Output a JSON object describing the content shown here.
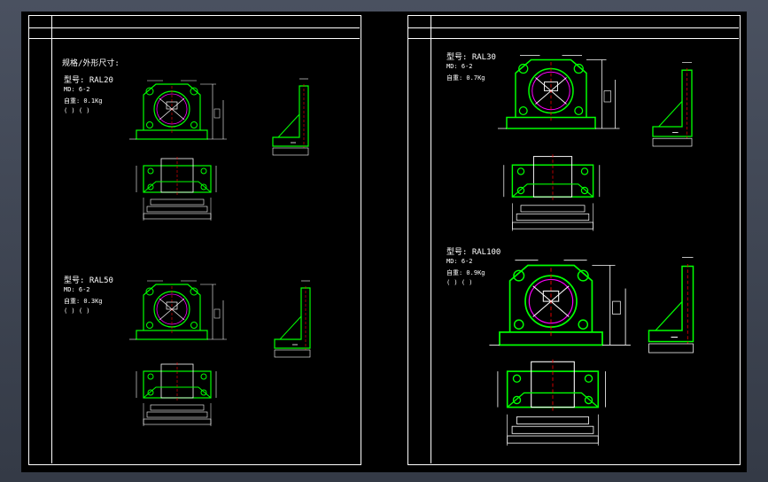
{
  "sheet_left": {
    "heading": "规格/外形尺寸:",
    "blocks": [
      {
        "model": "型号: RAL20",
        "md": "MD: 6-2",
        "weight": "自重: 0.1Kg",
        "extra": "(   )   (   )"
      },
      {
        "model": "型号: RAL50",
        "md": "MD: 6-2",
        "weight": "自重: 0.3Kg",
        "extra": "(   )   (   )"
      }
    ]
  },
  "sheet_right": {
    "blocks": [
      {
        "model": "型号: RAL30",
        "md": "MD: 6-2",
        "weight": "自重: 0.7Kg",
        "extra": "(   )   (   )"
      },
      {
        "model": "型号: RAL100",
        "md": "MD: 6-2",
        "weight": "自重: 0.9Kg",
        "extra": "(   )   (   )"
      }
    ]
  },
  "colors": {
    "background": "#000000",
    "lines": "#ffffff",
    "part": "#00ff00",
    "accent": "#ff00ff",
    "center": "#ff0000"
  }
}
